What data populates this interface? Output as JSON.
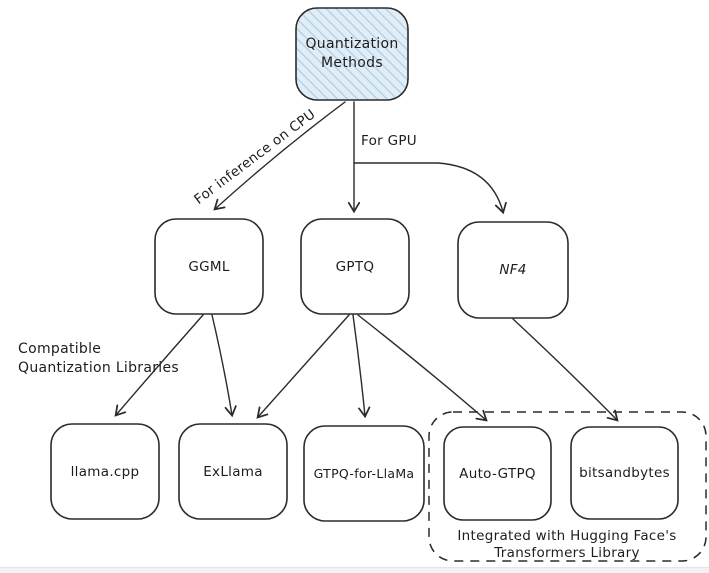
{
  "nodes": {
    "quantization": {
      "label": "Quantization Methods",
      "line1": "Quantization",
      "line2": "Methods"
    },
    "ggml": {
      "label": "GGML"
    },
    "gptq": {
      "label": "GPTQ"
    },
    "nf4": {
      "label": "NF4"
    },
    "llama_cpp": {
      "label": "llama.cpp"
    },
    "exllama": {
      "label": "ExLlama"
    },
    "gtpq_for_llama": {
      "label": "GTPQ-for-LlaMa"
    },
    "auto_gtpq": {
      "label": "Auto-GTPQ"
    },
    "bitsandbytes": {
      "label": "bitsandbytes"
    }
  },
  "edge_labels": {
    "cpu": "For inference on CPU",
    "gpu": "For GPU"
  },
  "annotations": {
    "compatible_line1": "Compatible",
    "compatible_line2": "Quantization Libraries",
    "integrated_line1": "Integrated with Hugging Face's",
    "integrated_line2": "Transformers Library"
  },
  "colors": {
    "stroke": "#2b2b2b",
    "highlight_fill": "#e2eef7",
    "hatch_line": "#aecde5"
  }
}
